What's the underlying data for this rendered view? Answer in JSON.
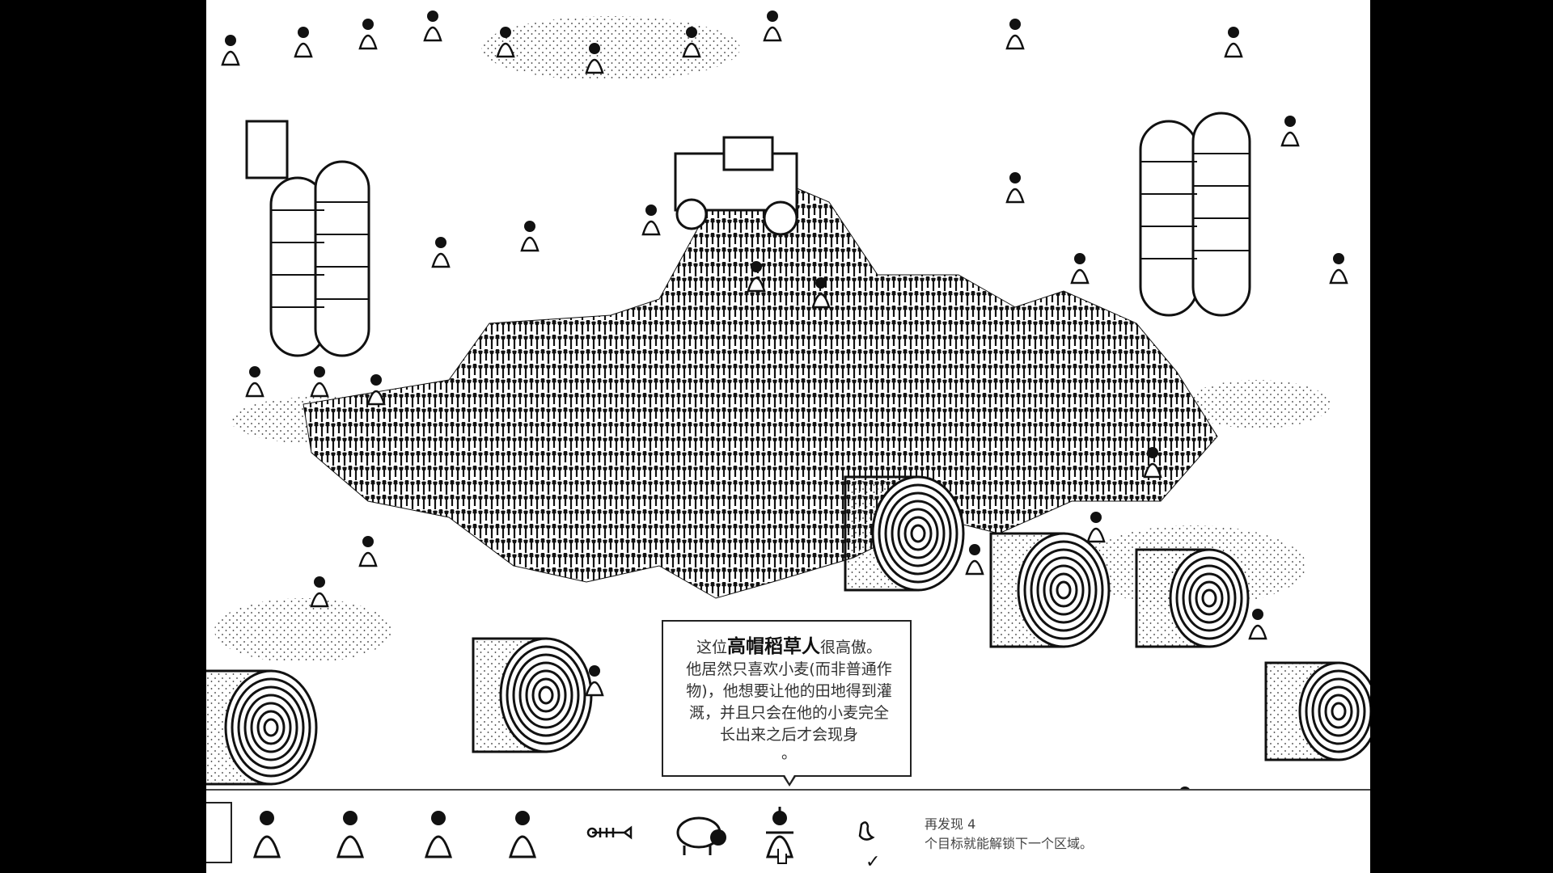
{
  "tooltip": {
    "prefix": "这位",
    "highlight": "高帽稻草人",
    "suffix": "很高傲。",
    "body": "他居然只喜欢小麦(而非普通作物)，他想要让他的田地得到灌溉，并且只会在他的小麦完全长出来之后才会现身",
    "end": "。"
  },
  "targets": [
    {
      "name": "target-musician-icon"
    },
    {
      "name": "target-person-icon"
    },
    {
      "name": "target-coat-person-icon"
    },
    {
      "name": "target-woman-icon"
    },
    {
      "name": "target-fish-bone-icon"
    },
    {
      "name": "target-bull-icon"
    },
    {
      "name": "target-scarecrow-icon"
    },
    {
      "name": "target-bird-icon",
      "found": true
    }
  ],
  "progress": {
    "line1": "再发现 4",
    "line2": "个目标就能解锁下一个区域。"
  },
  "check_mark": "✓"
}
